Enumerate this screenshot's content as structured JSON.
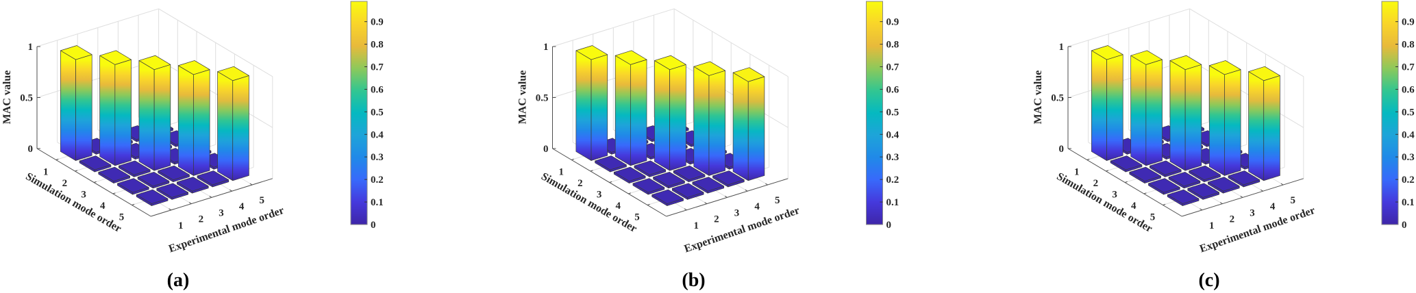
{
  "colors": {
    "parula": [
      "#3e26a8",
      "#4539dc",
      "#3869fb",
      "#2089e8",
      "#1ea4d9",
      "#05b9c0",
      "#32c691",
      "#8dc95a",
      "#e8ba3b",
      "#f9d52a",
      "#f9fb0e"
    ],
    "grid": "#dedede",
    "axis": "#262626",
    "edge": "#3a3a3a"
  },
  "chart_data": [
    {
      "type": "bar3",
      "label": "(a)",
      "xlabel": "Experimental mode order",
      "ylabel": "Simulation mode order",
      "zlabel": "MAC value",
      "xticks": [
        "1",
        "2",
        "3",
        "4",
        "5"
      ],
      "yticks": [
        "1",
        "2",
        "3",
        "4",
        "5"
      ],
      "zticks": [
        {
          "v": 0,
          "t": "0"
        },
        {
          "v": 0.5,
          "t": "0.5"
        },
        {
          "v": 1,
          "t": "1"
        }
      ],
      "zlim": [
        0,
        1
      ],
      "clim": [
        0,
        0.99
      ],
      "colorbar_ticks": [
        {
          "v": 0,
          "t": "0"
        },
        {
          "v": 0.1,
          "t": "0.1"
        },
        {
          "v": 0.2,
          "t": "0.2"
        },
        {
          "v": 0.3,
          "t": "0.3"
        },
        {
          "v": 0.4,
          "t": "0.4"
        },
        {
          "v": 0.5,
          "t": "0.5"
        },
        {
          "v": 0.6,
          "t": "0.6"
        },
        {
          "v": 0.7,
          "t": "0.7"
        },
        {
          "v": 0.8,
          "t": "0.8"
        },
        {
          "v": 0.9,
          "t": "0.9"
        }
      ],
      "values": [
        [
          0.99,
          0.02,
          0.02,
          0.02,
          0.02
        ],
        [
          0.02,
          0.99,
          0.02,
          0.02,
          0.02
        ],
        [
          0.02,
          0.02,
          0.99,
          0.02,
          0.02
        ],
        [
          0.02,
          0.02,
          0.02,
          0.99,
          0.02
        ],
        [
          0.02,
          0.02,
          0.02,
          0.02,
          0.98
        ]
      ]
    },
    {
      "type": "bar3",
      "label": "(b)",
      "xlabel": "Experimental mode order",
      "ylabel": "Simulation mode order",
      "zlabel": "MAC value",
      "xticks": [
        "1",
        "2",
        "3",
        "4",
        "5"
      ],
      "yticks": [
        "1",
        "2",
        "3",
        "4",
        "5"
      ],
      "zticks": [
        {
          "v": 0,
          "t": "0"
        },
        {
          "v": 0.5,
          "t": "0.5"
        },
        {
          "v": 1,
          "t": "1"
        }
      ],
      "zlim": [
        0,
        1
      ],
      "clim": [
        0,
        0.99
      ],
      "colorbar_ticks": [
        {
          "v": 0,
          "t": "0"
        },
        {
          "v": 0.1,
          "t": "0.1"
        },
        {
          "v": 0.2,
          "t": "0.2"
        },
        {
          "v": 0.3,
          "t": "0.3"
        },
        {
          "v": 0.4,
          "t": "0.4"
        },
        {
          "v": 0.5,
          "t": "0.5"
        },
        {
          "v": 0.6,
          "t": "0.6"
        },
        {
          "v": 0.7,
          "t": "0.7"
        },
        {
          "v": 0.8,
          "t": "0.8"
        },
        {
          "v": 0.9,
          "t": "0.9"
        }
      ],
      "values": [
        [
          0.99,
          0.02,
          0.02,
          0.02,
          0.02
        ],
        [
          0.02,
          0.99,
          0.02,
          0.02,
          0.02
        ],
        [
          0.02,
          0.02,
          0.99,
          0.02,
          0.02
        ],
        [
          0.02,
          0.02,
          0.02,
          0.98,
          0.02
        ],
        [
          0.02,
          0.02,
          0.02,
          0.02,
          0.97
        ]
      ]
    },
    {
      "type": "bar3",
      "label": "(c)",
      "xlabel": "Experimental mode order",
      "ylabel": "Simulation mode order",
      "zlabel": "MAC value",
      "xticks": [
        "1",
        "2",
        "3",
        "4",
        "5"
      ],
      "yticks": [
        "1",
        "2",
        "3",
        "4",
        "5"
      ],
      "zticks": [
        {
          "v": 0,
          "t": "0"
        },
        {
          "v": 0.5,
          "t": "0.5"
        },
        {
          "v": 1,
          "t": "1"
        }
      ],
      "zlim": [
        0,
        1
      ],
      "clim": [
        0,
        0.99
      ],
      "colorbar_ticks": [
        {
          "v": 0,
          "t": "0"
        },
        {
          "v": 0.1,
          "t": "0.1"
        },
        {
          "v": 0.2,
          "t": "0.2"
        },
        {
          "v": 0.3,
          "t": "0.3"
        },
        {
          "v": 0.4,
          "t": "0.4"
        },
        {
          "v": 0.5,
          "t": "0.5"
        },
        {
          "v": 0.6,
          "t": "0.6"
        },
        {
          "v": 0.7,
          "t": "0.7"
        },
        {
          "v": 0.8,
          "t": "0.8"
        },
        {
          "v": 0.9,
          "t": "0.9"
        }
      ],
      "values": [
        [
          0.99,
          0.02,
          0.02,
          0.02,
          0.02
        ],
        [
          0.02,
          0.99,
          0.02,
          0.02,
          0.02
        ],
        [
          0.02,
          0.02,
          0.99,
          0.02,
          0.02
        ],
        [
          0.02,
          0.02,
          0.02,
          0.99,
          0.02
        ],
        [
          0.02,
          0.02,
          0.02,
          0.02,
          0.98
        ]
      ]
    }
  ]
}
